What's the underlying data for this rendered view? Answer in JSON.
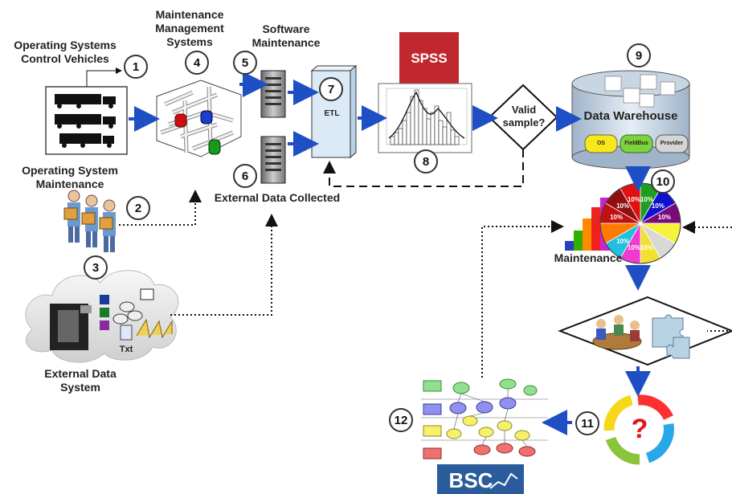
{
  "labels": {
    "os_control_vehicles": "Operating Systems\nControl Vehicles",
    "maintenance_mgmt": "Maintenance\nManagement\nSystems",
    "software_maintenance": "Software\nMaintenance",
    "os_maintenance": "Operating System\nMaintenance",
    "external_data_collected": "External Data Collected",
    "external_data_system": "External Data\nSystem",
    "etl": "ETL",
    "spss": "SPSS",
    "valid_sample": "Valid\nsample?",
    "data_warehouse": "Data Warehouse",
    "dw_os": "OS",
    "dw_fieldbus": "FieldBus",
    "dw_provider": "Provider",
    "maintenance": "Maintenance",
    "pie_slice": "10%",
    "txt": "Txt",
    "bsc": "BSC"
  },
  "numbers": {
    "n1": "1",
    "n2": "2",
    "n3": "3",
    "n4": "4",
    "n5": "5",
    "n6": "6",
    "n7": "7",
    "n8": "8",
    "n9": "9",
    "n10": "10",
    "n11": "11",
    "n12": "12"
  },
  "colors": {
    "arrow": "#1f4fc4",
    "spss_red": "#c0282e",
    "etl_fill": "#dbeaf7",
    "bsc_blue": "#2a5b9a"
  },
  "pie_colors": [
    "#1e9e1e",
    "#1010d0",
    "#7a0a7a",
    "#f5f23a",
    "#d8d8d8",
    "#f0e030",
    "#f03ad0",
    "#20c0e0",
    "#ff7a00",
    "#c01010",
    "#901010",
    "#e01010"
  ],
  "bar_colors": [
    "#2a3fc0",
    "#32b000",
    "#ff8a00",
    "#f02020",
    "#d020d0"
  ]
}
